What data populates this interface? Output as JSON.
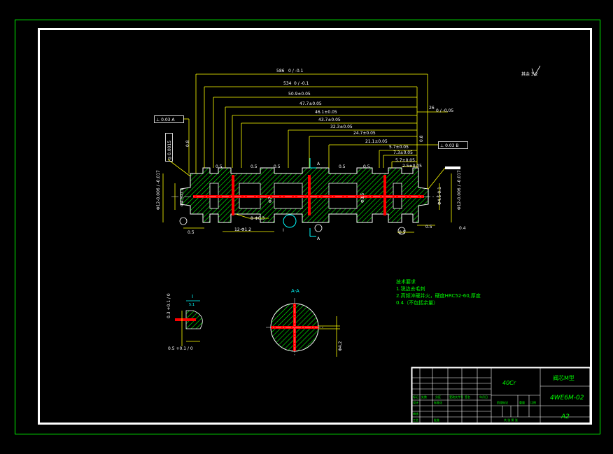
{
  "title_block": {
    "material": "40Cr",
    "part_name": "阀芯M型",
    "drawing_number": "4WE6M-02",
    "sheet_size": "A2"
  },
  "dimensions": {
    "overall_length": "586",
    "overall_tol": "0 / -0.1",
    "len_534": "534",
    "len_534_tol": "0 / -0.1",
    "d_509": "50.9±0.05",
    "d_477": "47.7±0.05",
    "d_461": "46.1±0.05",
    "d_437": "43.7±0.05",
    "d_323": "32.3±0.05",
    "d_247": "24.7±0.05",
    "d_211": "21.1±0.05",
    "d_57a": "5.7±0.05",
    "d_73": "7.3±0.05",
    "d_57b": "5.7±0.05",
    "d_25": "2.5±0.05",
    "d_26": "26",
    "d_26_tol": "0 / -0.05",
    "gap_05_a": "0.5",
    "gap_05_b": "0.5",
    "gap_05_c": "0.5",
    "gap_05_d": "0.5",
    "gap_05_e": "0.5",
    "gap_05_bl": "0.5",
    "gap_05_br": "0.5",
    "gap_05_bm": "0.5",
    "hole_8": "8-Φ0.3",
    "hole_12": "12-Φ1.2",
    "phi_43_left": "Φ4.5-0.1",
    "phi_43_right": "Φ4.5-0.1",
    "phi_main_left": "Φ12-0.006 / -0.017",
    "phi_main_right": "Φ12-0.006 / -0.017",
    "phi_inner_a": "Φ7",
    "phi_inner_b": "Φ3.5",
    "tol_frame_a": "⊥ 0.03 A",
    "tol_frame_b": "⊥ 0.03 B",
    "tol_frame_c": "◎ 0.0015",
    "ra_left": "0.8",
    "ra_right": "0.8",
    "ra_bottom": "0.4",
    "section_mark_a_top": "A",
    "section_mark_a_bottom": "A",
    "detail_mark": "I",
    "surface_overall": "其余 3.2"
  },
  "notes": {
    "heading": "技术要求",
    "line1": "1.锐边去毛刺",
    "line2": "2.高频淬硬并火，硬度HRC52-60,厚度",
    "line3": "0.4（不包括余量）"
  },
  "views": {
    "section_title": "A-A",
    "section_dim": "Φ4.2",
    "detail_title": "I",
    "detail_scale": "5:1",
    "detail_dim_v": "0.3 +0.1 / 0",
    "detail_dim_h": "0.5 +0.1 / 0"
  },
  "table_cells": {
    "r1": [
      "标记",
      "处数",
      "分区",
      "更改文件号",
      "签名",
      "年月日"
    ],
    "r2": [
      "设计",
      "标准化",
      "阶段标记",
      "重量",
      "比例"
    ],
    "r3": [
      "审核"
    ],
    "r4": [
      "工艺",
      "批准",
      "共 张 第 张"
    ]
  },
  "colors": {
    "frame": "#00ff00",
    "line": "#ffffff",
    "hatch": "#00ff00",
    "section_fill": "#ff0000",
    "dimension": "#ffff00",
    "accent": "#00ffff"
  }
}
